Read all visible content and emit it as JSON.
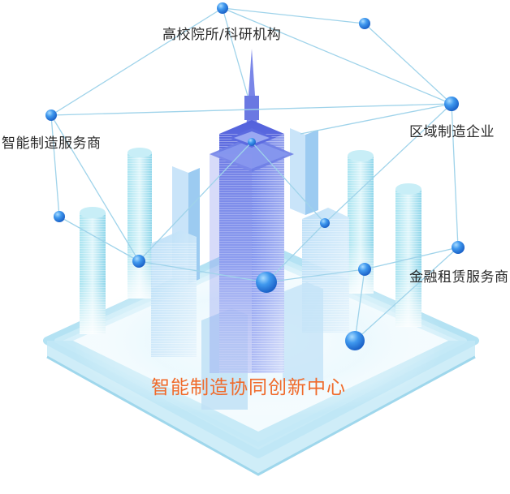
{
  "labels": {
    "top": "高校院所/科研机构",
    "left": "智能制造服务商",
    "right_upper": "区域制造企业",
    "right_lower": "金融租赁服务商",
    "center": "智能制造协同创新中心"
  },
  "colors": {
    "node": "#2d86e6",
    "node_highlight": "#8fd0ff",
    "line": "#9fd3ea",
    "platform": "#bfe6f5",
    "tower": "#6f7ee8",
    "center_text": "#f06a2a"
  }
}
